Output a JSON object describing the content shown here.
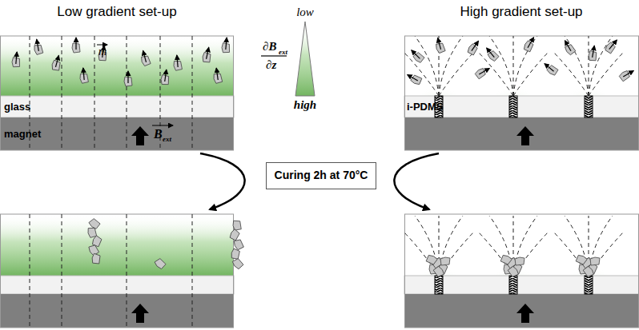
{
  "diagram": {
    "nodes": [
      {
        "text": [
          "Curing 2h at 70°C"
        ]
      }
    ],
    "labels": [
      "Low gradient set-up",
      "High gradient set-up",
      "low",
      "∂B",
      "ext",
      "∂z",
      "high",
      "m",
      "glass",
      "magnet",
      "B",
      "ext",
      "i-PDMS"
    ]
  }
}
